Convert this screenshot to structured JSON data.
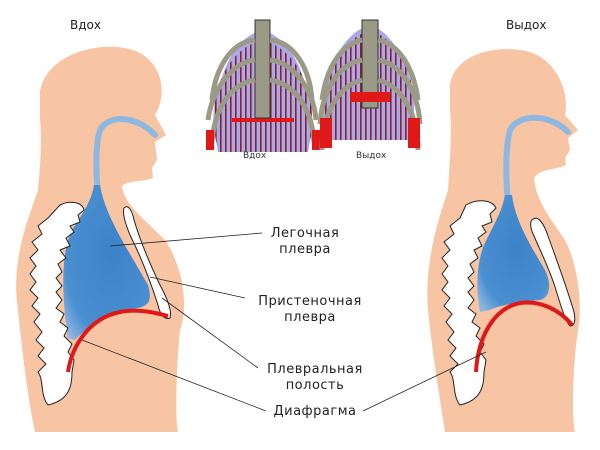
{
  "titles": {
    "inhale": "Вдох",
    "exhale": "Выдох"
  },
  "ribcage": {
    "inhale_caption": "Вдох",
    "exhale_caption": "Выдох"
  },
  "labels": {
    "pulmonary_pleura": {
      "line1": "Легочная",
      "line2": "плевра"
    },
    "parietal_pleura": {
      "line1": "Пристеночная",
      "line2": "плевра"
    },
    "pleural_cavity": {
      "line1": "Плевральная",
      "line2": "полость"
    },
    "diaphragm": "Диафрагма"
  },
  "colors": {
    "skin": "#f7c4a4",
    "lung": "#4a8fd0",
    "airway": "#8fb8e0",
    "diaphragm": "#e01818",
    "bone": "#ffffff",
    "rib": "#9a9a86",
    "rib_space": "#a9a9e6",
    "rib_muscle": "#8a2030"
  }
}
